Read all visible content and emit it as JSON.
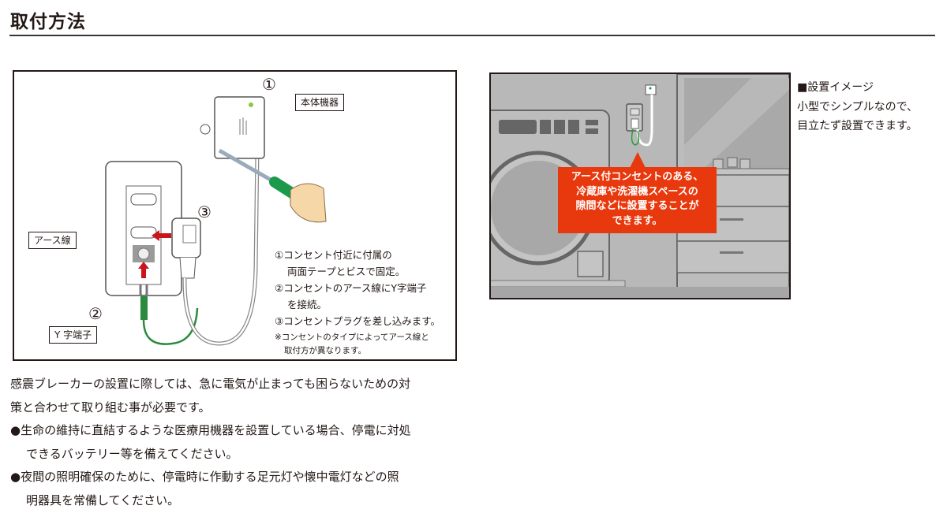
{
  "header": {
    "title": "取付方法"
  },
  "diagram": {
    "labels": {
      "device": "本体機器",
      "ground_wire": "アース線",
      "y_terminal": "Y 字端子"
    },
    "step_markers": [
      "①",
      "②",
      "③"
    ],
    "steps": [
      {
        "line1": "①コンセント付近に付属の",
        "line2": "両面テープとビスで固定。"
      },
      {
        "line1": "②コンセントのアース線にY字端子",
        "line2": "を接続。"
      },
      {
        "line1": "③コンセントプラグを差し込みます。"
      }
    ],
    "note": {
      "line1": "※コンセントのタイプによってアース線と",
      "line2": "取付方が異なります。"
    },
    "colors": {
      "arrow_red": "#c8161d",
      "screwdriver_green": "#1a9a4a",
      "wire_green": "#2b8a3e",
      "hand_skin": "#f6d7a7",
      "led_green": "#8cc63f"
    }
  },
  "install_image": {
    "callout_lines": [
      "アース付コンセントのある、",
      "冷蔵庫や洗濯機スペースの",
      "隙間などに設置することが",
      "できます。"
    ],
    "callout_color": "#e8380d"
  },
  "side_caption": {
    "heading": "■設置イメージ",
    "line1": "小型でシンプルなので、",
    "line2": "目立たず設置できます。"
  },
  "body": {
    "intro_line1": "感震ブレーカーの設置に際しては、急に電気が止まっても困らないための対",
    "intro_line2": "策と合わせて取り組む事が必要です。",
    "bullets": [
      {
        "line1": "●生命の維持に直結するような医療用機器を設置している場合、停電に対処",
        "line2": "できるバッテリー等を備えてください。"
      },
      {
        "line1": "●夜間の照明確保のために、停電時に作動する足元灯や懐中電灯などの照",
        "line2": "明器具を常備してください。"
      }
    ]
  }
}
